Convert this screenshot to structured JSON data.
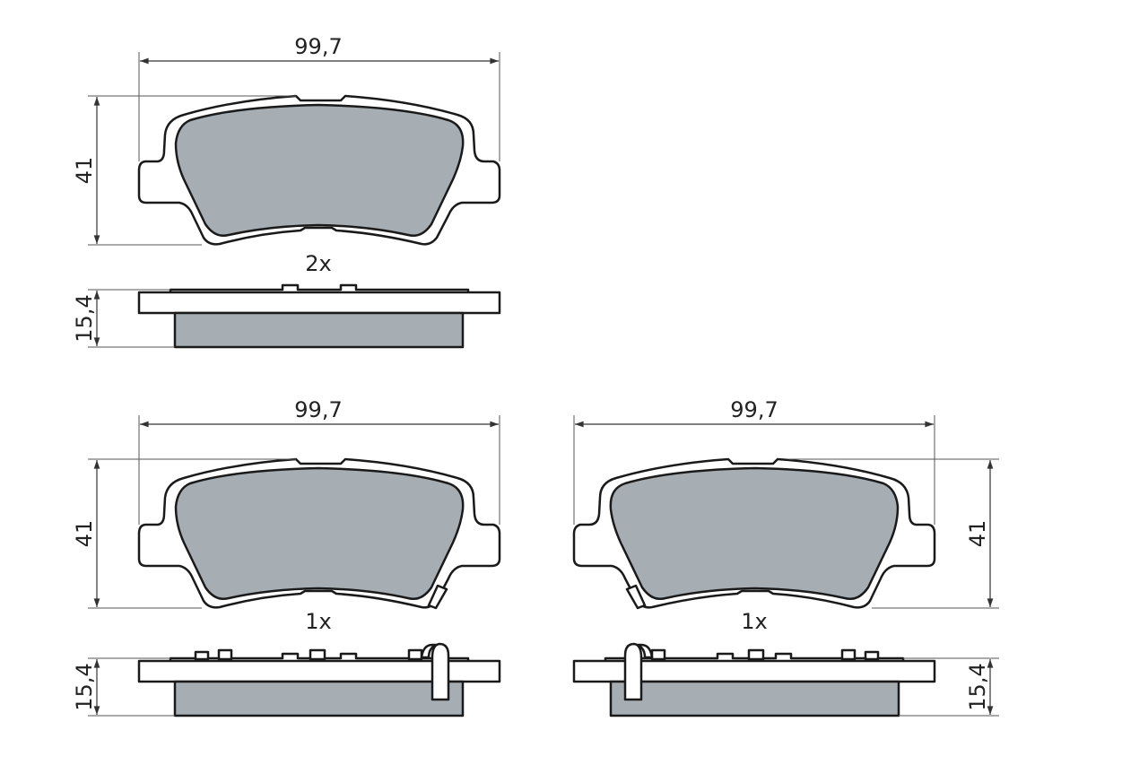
{
  "colors": {
    "friction_material": "#a6adb3",
    "backing_plate": "#ffffff",
    "outline": "#1a1a1a"
  },
  "views": [
    {
      "id": "top",
      "width_label": "99,7",
      "height_label": "41",
      "thickness_label": "15,4",
      "quantity": "2x",
      "wear_indicator": false
    },
    {
      "id": "bottom-left",
      "width_label": "99,7",
      "height_label": "41",
      "thickness_label": "15,4",
      "quantity": "1x",
      "wear_indicator": true
    },
    {
      "id": "bottom-right",
      "width_label": "99,7",
      "height_label": "41",
      "thickness_label": "15,4",
      "quantity": "1x",
      "wear_indicator": true
    }
  ]
}
